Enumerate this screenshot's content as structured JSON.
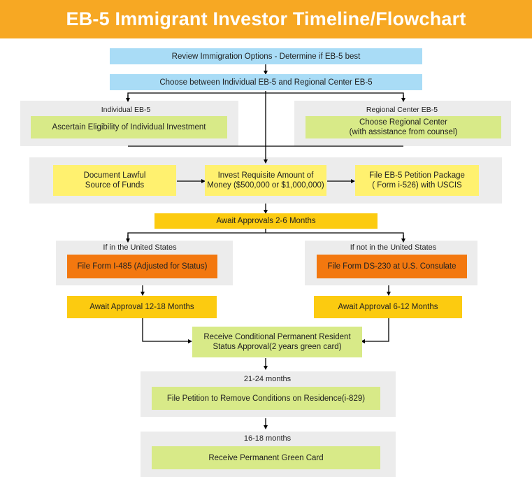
{
  "title": "EB-5 Immigrant Investor Timeline/Flowchart",
  "steps": {
    "review": "Review Immigration Options - Determine if EB-5 best",
    "choose": "Choose between Individual EB-5 and Regional Center EB-5",
    "individual_label": "Individual EB-5",
    "individual_box": "Ascertain Eligibility of Individual Investment",
    "regional_label": "Regional Center EB-5",
    "regional_box_line1": "Choose Regional Center",
    "regional_box_line2": "(with assistance from counsel)",
    "document_line1": "Document Lawful",
    "document_line2": "Source of Funds",
    "invest_line1": "Invest Requisite Amount of",
    "invest_line2": "Money ($500,000 or $1,000,000)",
    "file_petition_line1": "File EB-5 Petition Package",
    "file_petition_line2": "( Form i-526) with USCIS",
    "await_approvals": "Await Approvals 2-6 Months",
    "us_label": "If in the United States",
    "us_box": "File Form I-485 (Adjusted for Status)",
    "nonus_label": "If not in the United States",
    "nonus_box": "File Form DS-230 at U.S. Consulate",
    "await_us": "Await Approval 12-18 Months",
    "await_nonus": "Await Approval 6-12 Months",
    "conditional_line1": "Receive Conditional Permanent Resident",
    "conditional_line2": "Status Approval(2 years green card)",
    "months_21_24": "21-24 months",
    "remove_conditions": "File Petition to Remove Conditions on Residence(i-829)",
    "months_16_18": "16-18 months",
    "green_card": "Receive Permanent Green Card"
  },
  "colors": {
    "header": "#f7a823",
    "blue": "#a9dcf6",
    "green": "#d8ea88",
    "yellow": "#fff16f",
    "gold": "#fccb10",
    "orange": "#f3780f",
    "panel": "#ececec"
  }
}
